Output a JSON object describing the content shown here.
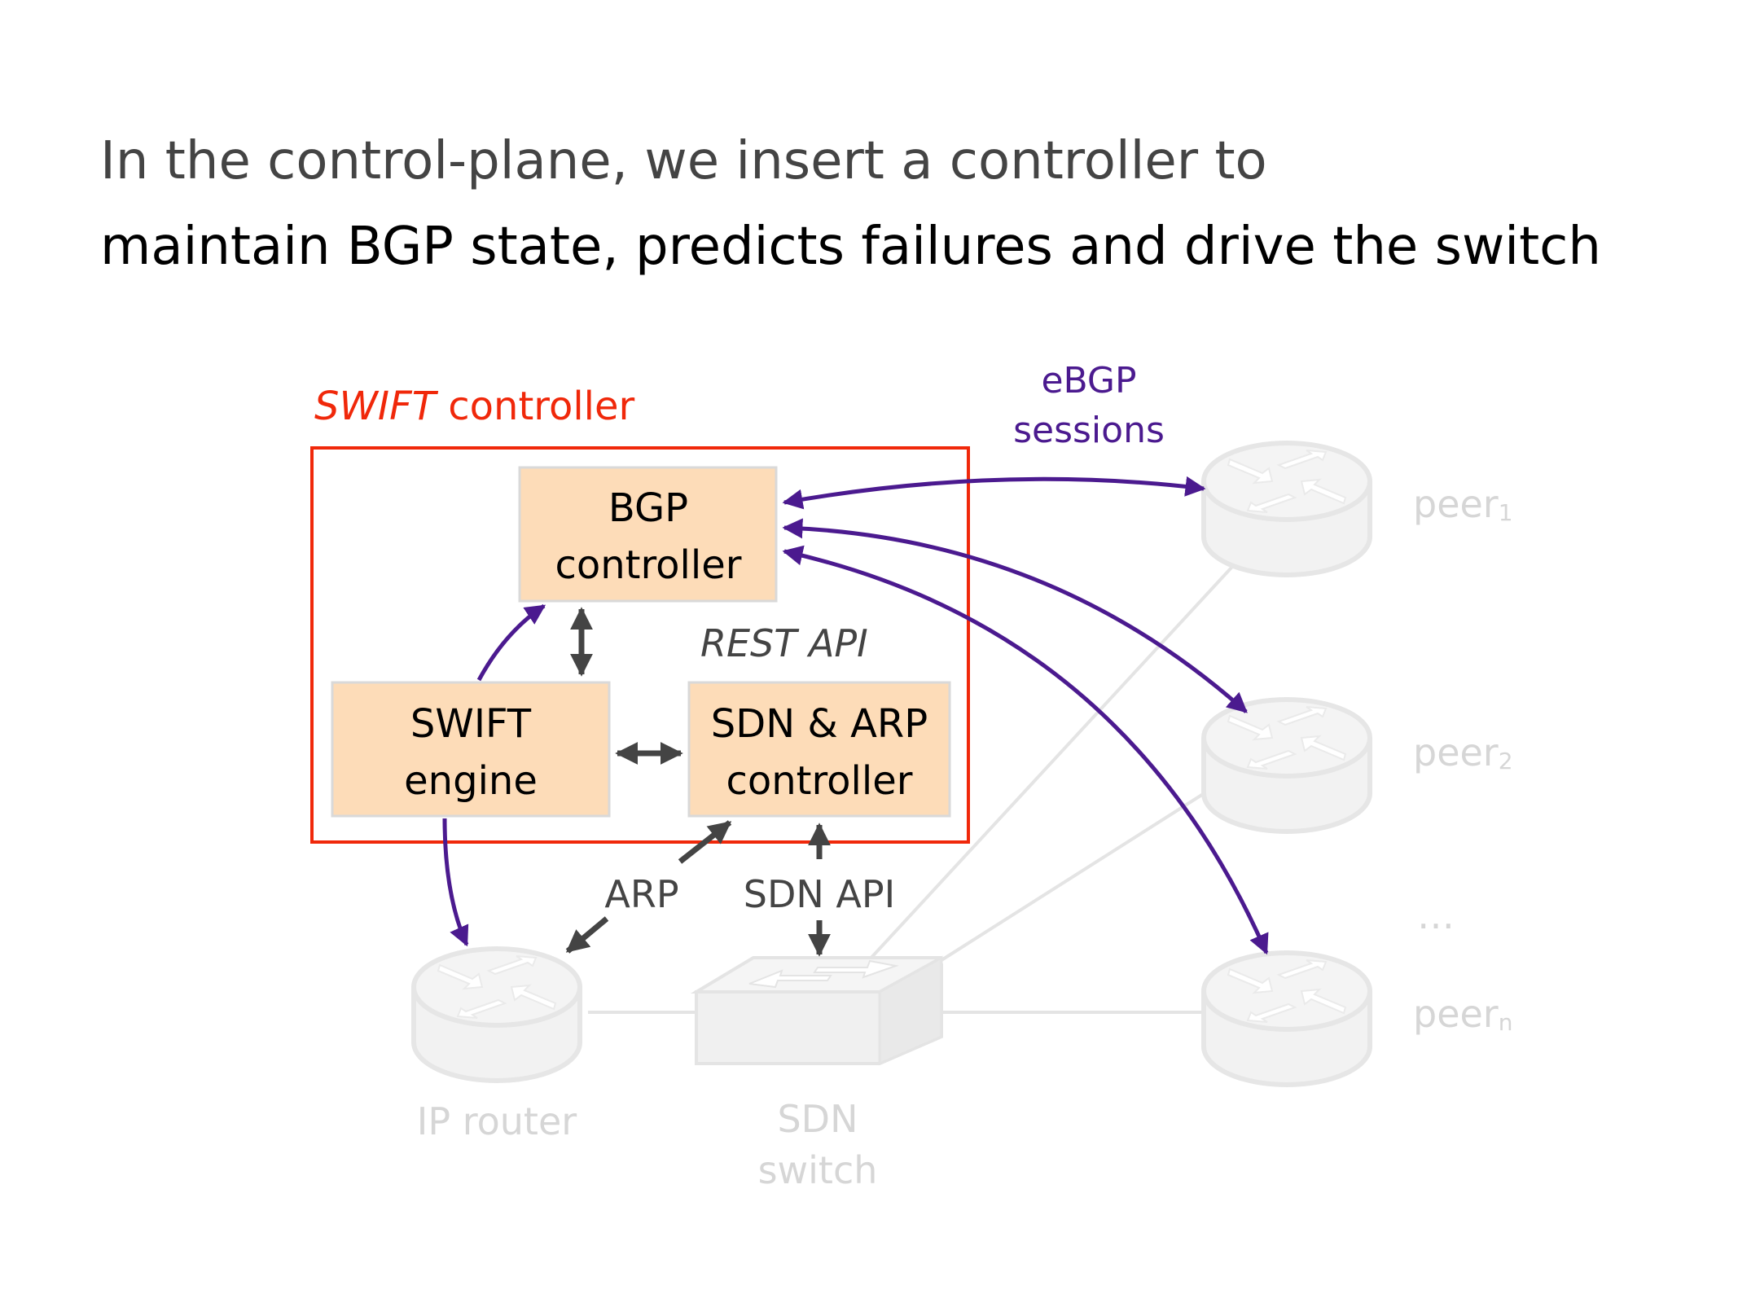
{
  "title": {
    "line1": "In the control-plane, we insert a controller to",
    "line2": "maintain BGP state, predicts failures and drive the switch"
  },
  "colors": {
    "controller_border": "#f0280a",
    "box_fill": "#fddcb8",
    "ebgp": "#4b1a8f",
    "api_arrows": "#444444",
    "network_gray": "#e4e4e4"
  },
  "controller": {
    "label_italic": "SWIFT",
    "label_rest": " controller",
    "boxes": {
      "bgp": [
        "BGP",
        "controller"
      ],
      "engine": [
        "SWIFT",
        "engine"
      ],
      "sdn_arp": [
        "SDN & ARP",
        "controller"
      ]
    },
    "rest_api": "REST API"
  },
  "interfaces": {
    "arp": "ARP",
    "sdn_api": "SDN API"
  },
  "ebgp": {
    "line1": "eBGP",
    "line2": "sessions"
  },
  "devices": {
    "ip_router": "IP router",
    "sdn_switch": [
      "SDN",
      "switch"
    ],
    "peers": [
      {
        "name": "peer",
        "sub": "1"
      },
      {
        "name": "peer",
        "sub": "2"
      },
      {
        "name": "peer",
        "sub": "n"
      }
    ],
    "ellipsis": "…"
  }
}
